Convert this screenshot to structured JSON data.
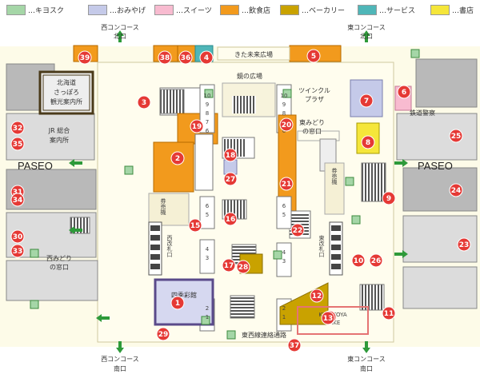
{
  "legend": [
    {
      "label": "…キヨスク",
      "color": "#a5d6a7"
    },
    {
      "label": "…おみやげ",
      "color": "#c5cae9"
    },
    {
      "label": "…スイーツ",
      "color": "#f8bbd0"
    },
    {
      "label": "…飲食店",
      "color": "#f29a1d"
    },
    {
      "label": "…ベーカリー",
      "color": "#c9a200"
    },
    {
      "label": "…サービス",
      "color": "#4fb6b8"
    },
    {
      "label": "…書店",
      "color": "#f5e63a"
    }
  ],
  "labels": {
    "west_north": "西コンコース\n北口",
    "east_north": "東コンコース\n北口",
    "west_south": "西コンコース\n南口",
    "east_south": "東コンコース\n南口",
    "kita_plaza": "きた未来広場",
    "kagami_plaza": "鏡の広場",
    "twinkle": "ツインクル\nプラザ",
    "east_midori": "東みどり\nの窓口",
    "west_midori": "西みどり\nの窓口",
    "jr_info": "JR 総合\n案内所",
    "tourist_info": "北海道\nさっぽろ\n観光案内所",
    "police": "鉄道警察",
    "ticket_a": "券売機",
    "ticket_b": "券売機",
    "west_gate": "西改札口",
    "east_gate": "東改札口",
    "tozai": "東西線連絡通路",
    "paseo_left": "PASEO",
    "paseo_right": "PASEO",
    "shikisai": "四季彩館",
    "kinotoya": "KINOTOYA\nBAKE"
  },
  "pins": [
    "1",
    "2",
    "3",
    "4",
    "4",
    "5",
    "6",
    "7",
    "8",
    "9",
    "10",
    "11",
    "12",
    "13",
    "15",
    "16",
    "17",
    "18",
    "19",
    "20",
    "21",
    "22",
    "23",
    "24",
    "25",
    "26",
    "27",
    "28",
    "29",
    "30",
    "31",
    "32",
    "33",
    "34",
    "35",
    "36",
    "37",
    "38",
    "39"
  ],
  "platforms": [
    "10",
    "9",
    "8",
    "7",
    "6",
    "5",
    "4",
    "3",
    "2",
    "1"
  ]
}
